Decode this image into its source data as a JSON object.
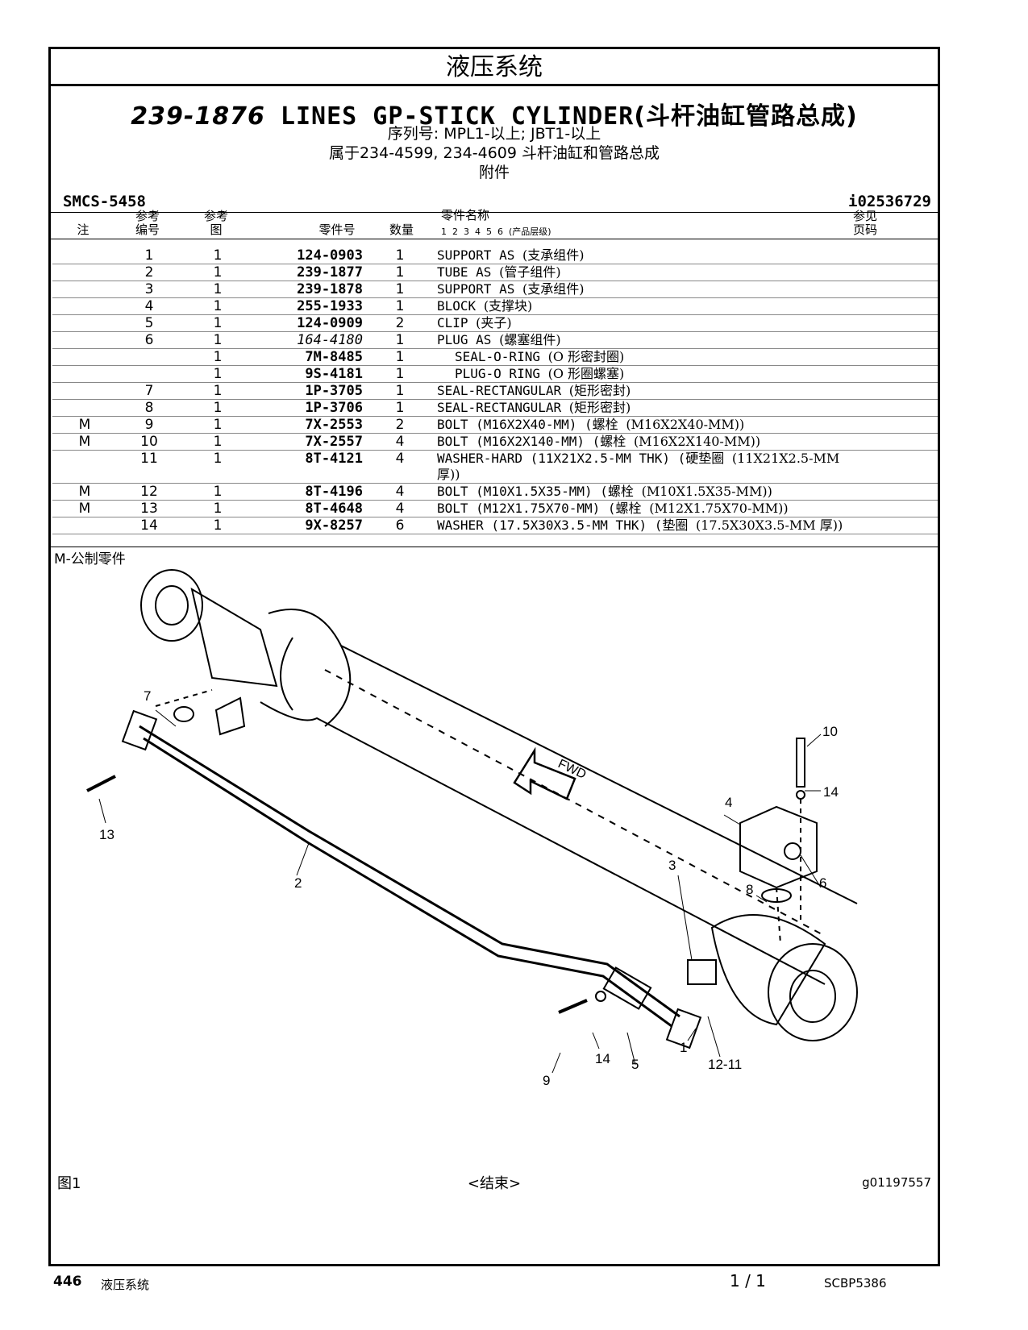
{
  "section_title": "液压系统",
  "title": {
    "part_number": "239-1876",
    "name_en": "LINES GP-STICK CYLINDER",
    "name_cn": "(斗杆油缸管路总成)"
  },
  "serial_line": "序列号:  MPL1-以上; JBT1-以上",
  "belongs_line": "属于234-4599, 234-4609 斗杆油缸和管路总成",
  "attach_line": "附件",
  "smcs": "SMCS-5458",
  "info_number": "i02536729",
  "headers": {
    "note": "注",
    "ref_no": "参考\n编号",
    "fig": "参考\n图",
    "part_no": "零件号",
    "qty": "数量",
    "part_name": "零件名称",
    "levels": "1  2  3  4  5  6  (产品层级)",
    "see_page": "参见\n页码"
  },
  "parts": [
    {
      "note": "",
      "ref": "1",
      "fig": "1",
      "pn": "124-0903",
      "qty": "1",
      "name": "SUPPORT AS",
      "cn": "(支承组件)"
    },
    {
      "note": "",
      "ref": "2",
      "fig": "1",
      "pn": "239-1877",
      "qty": "1",
      "name": "TUBE AS",
      "cn": "(管子组件)"
    },
    {
      "note": "",
      "ref": "3",
      "fig": "1",
      "pn": "239-1878",
      "qty": "1",
      "name": "SUPPORT AS",
      "cn": "(支承组件)"
    },
    {
      "note": "",
      "ref": "4",
      "fig": "1",
      "pn": "255-1933",
      "qty": "1",
      "name": "BLOCK",
      "cn": "(支撑块)"
    },
    {
      "note": "",
      "ref": "5",
      "fig": "1",
      "pn": "124-0909",
      "qty": "2",
      "name": "CLIP",
      "cn": "(夹子)"
    },
    {
      "note": "",
      "ref": "6",
      "fig": "1",
      "pn": "164-4180",
      "qty": "1",
      "name": "PLUG AS",
      "cn": "(螺塞组件)",
      "italic": true
    },
    {
      "note": "",
      "ref": "",
      "fig": "1",
      "pn": "7M-8485",
      "qty": "1",
      "name": "SEAL-O-RING",
      "cn": "(O 形密封圈)",
      "indent": true
    },
    {
      "note": "",
      "ref": "",
      "fig": "1",
      "pn": "9S-4181",
      "qty": "1",
      "name": "PLUG-O RING",
      "cn": "(O 形圈螺塞)",
      "indent": true
    },
    {
      "note": "",
      "ref": "7",
      "fig": "1",
      "pn": "1P-3705",
      "qty": "1",
      "name": "SEAL-RECTANGULAR",
      "cn": "(矩形密封)"
    },
    {
      "note": "",
      "ref": "8",
      "fig": "1",
      "pn": "1P-3706",
      "qty": "1",
      "name": "SEAL-RECTANGULAR",
      "cn": "(矩形密封)"
    },
    {
      "note": "M",
      "ref": "9",
      "fig": "1",
      "pn": "7X-2553",
      "qty": "2",
      "name": "BOLT (M16X2X40-MM) (螺栓",
      "cn": "(M16X2X40-MM))"
    },
    {
      "note": "M",
      "ref": "10",
      "fig": "1",
      "pn": "7X-2557",
      "qty": "4",
      "name": "BOLT (M16X2X140-MM) (螺栓",
      "cn": "(M16X2X140-MM))"
    },
    {
      "note": "",
      "ref": "11",
      "fig": "1",
      "pn": "8T-4121",
      "qty": "4",
      "name": "WASHER-HARD (11X21X2.5-MM THK) (硬垫圈",
      "cn": "(11X21X2.5-MM 厚))"
    },
    {
      "note": "M",
      "ref": "12",
      "fig": "1",
      "pn": "8T-4196",
      "qty": "4",
      "name": "BOLT (M10X1.5X35-MM) (螺栓",
      "cn": "(M10X1.5X35-MM))"
    },
    {
      "note": "M",
      "ref": "13",
      "fig": "1",
      "pn": "8T-4648",
      "qty": "4",
      "name": "BOLT (M12X1.75X70-MM) (螺栓",
      "cn": "(M12X1.75X70-MM))"
    },
    {
      "note": "",
      "ref": "14",
      "fig": "1",
      "pn": "9X-8257",
      "qty": "6",
      "name": "WASHER (17.5X30X3.5-MM THK) (垫圈",
      "cn": "(17.5X30X3.5-MM 厚))"
    }
  ],
  "metric_note": "M-公制零件",
  "diagram": {
    "fwd": "FWD",
    "callouts": [
      "7",
      "13",
      "2",
      "10",
      "14",
      "4",
      "3",
      "8",
      "6",
      "1",
      "12-11",
      "5",
      "14",
      "9"
    ]
  },
  "figure_label": "图1",
  "end_marker": "<结束>",
  "graphic_number": "g01197557",
  "footer": {
    "page": "446",
    "section": "液压系统",
    "pages": "1 / 1",
    "doc": "SCBP5386"
  }
}
